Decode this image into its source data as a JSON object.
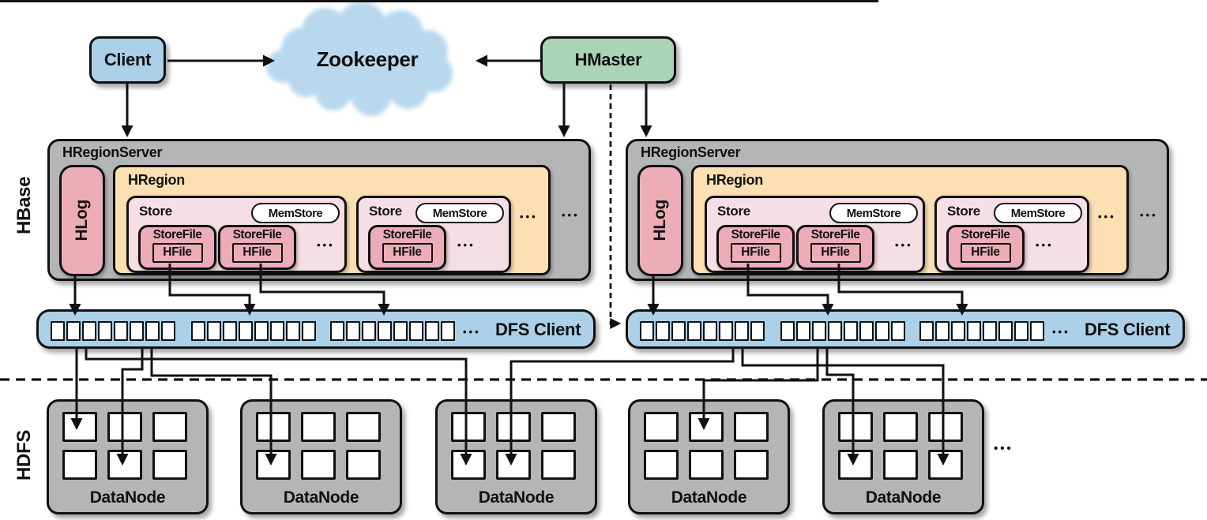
{
  "palette": {
    "blue": "#abd0e8",
    "cloudblue": "#b9d8ee",
    "green": "#a9d4b6",
    "gray": "#b4b5b7",
    "orange": "#fcdfb2",
    "storepink": "#f6dfe4",
    "pink": "#ecadb9",
    "ink": "#111111"
  },
  "top": {
    "client": "Client",
    "zookeeper": "Zookeeper",
    "hmaster": "HMaster"
  },
  "section_labels": {
    "hbase": "HBase",
    "hdfs": "HDFS"
  },
  "servers": [
    {
      "title": "HRegionServer",
      "hlog": "HLog",
      "dots": "•••",
      "region": {
        "label": "HRegion",
        "dots": "•••",
        "stores": [
          {
            "label": "Store",
            "memstore": "MemStore",
            "dots": "•••",
            "storefiles": [
              {
                "label": "StoreFile",
                "hfile": "HFile"
              },
              {
                "label": "StoreFile",
                "hfile": "HFile"
              }
            ]
          },
          {
            "label": "Store",
            "memstore": "MemStore",
            "dots": "•••",
            "storefiles": [
              {
                "label": "StoreFile",
                "hfile": "HFile"
              }
            ]
          }
        ]
      }
    },
    {
      "title": "HRegionServer",
      "hlog": "HLog",
      "dots": "•••",
      "region": {
        "label": "HRegion",
        "dots": "•••",
        "stores": [
          {
            "label": "Store",
            "memstore": "MemStore",
            "dots": "•••",
            "storefiles": [
              {
                "label": "StoreFile",
                "hfile": "HFile"
              },
              {
                "label": "StoreFile",
                "hfile": "HFile"
              }
            ]
          },
          {
            "label": "Store",
            "memstore": "MemStore",
            "dots": "•••",
            "storefiles": [
              {
                "label": "StoreFile",
                "hfile": "HFile"
              }
            ]
          }
        ]
      }
    }
  ],
  "dfs_bars": [
    {
      "label": "DFS Client",
      "dots": "•••",
      "group_sizes": [
        8,
        8,
        8
      ]
    },
    {
      "label": "DFS Client",
      "dots": "•••",
      "group_sizes": [
        8,
        8,
        8
      ]
    }
  ],
  "datanodes": [
    {
      "label": "DataNode",
      "blocks": 6
    },
    {
      "label": "DataNode",
      "blocks": 6
    },
    {
      "label": "DataNode",
      "blocks": 6
    },
    {
      "label": "DataNode",
      "blocks": 6
    },
    {
      "label": "DataNode",
      "blocks": 6
    }
  ],
  "datanodes_dots": "•••"
}
